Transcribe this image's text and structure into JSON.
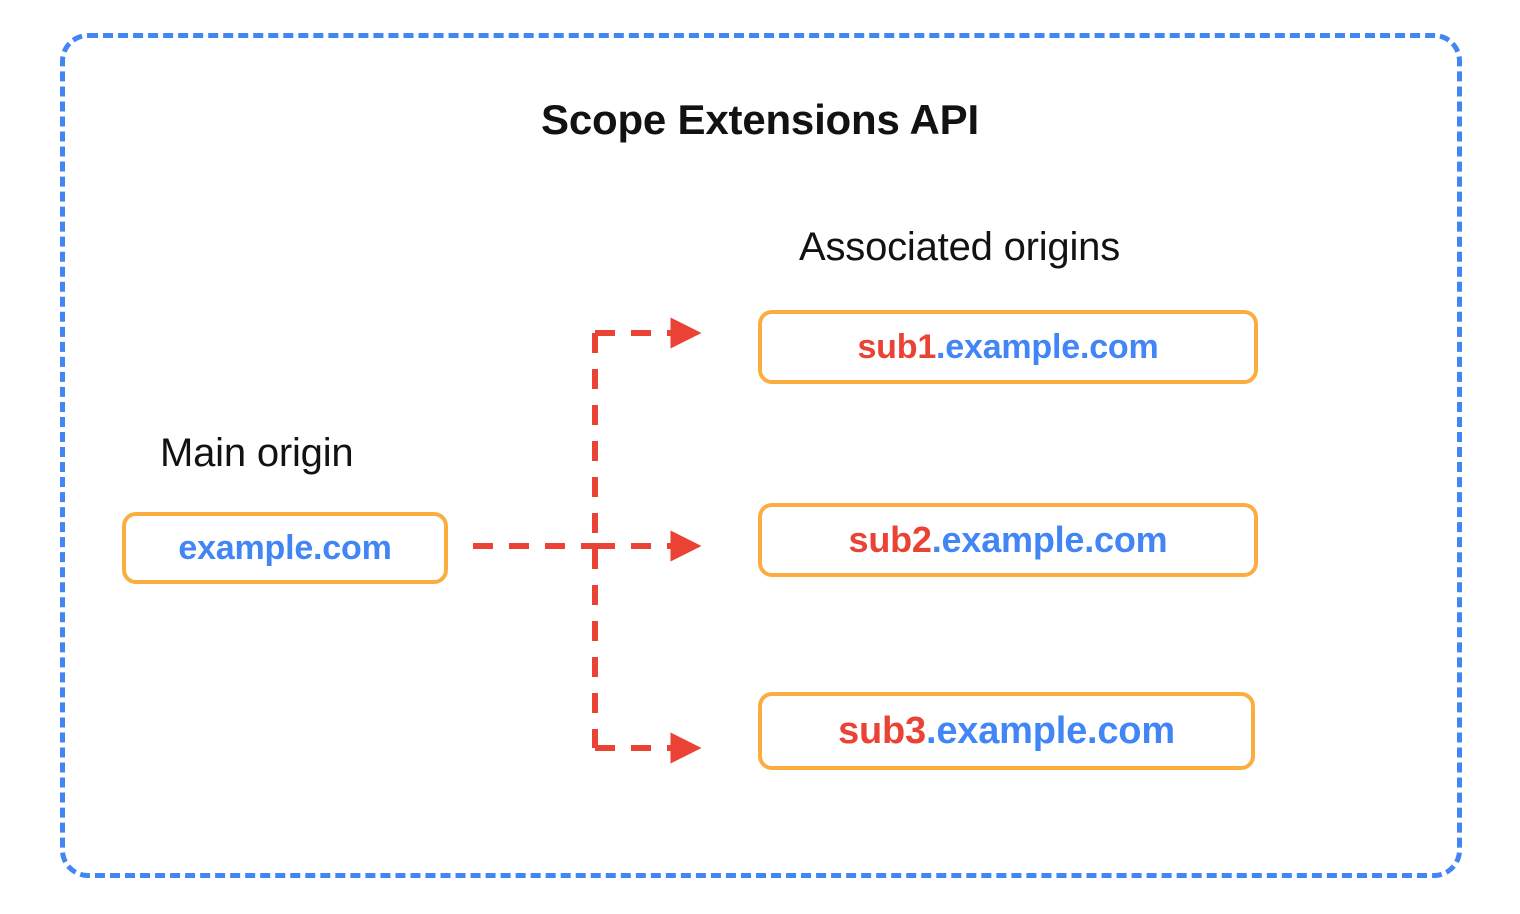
{
  "diagram": {
    "title": "Scope Extensions API",
    "frame": {
      "style": "dashed-rounded-rectangle",
      "color": "#4285F4"
    },
    "colors": {
      "frame_blue": "#4285F4",
      "domain_blue": "#4285F4",
      "subdomain_red": "#EA4335",
      "box_border_orange": "#FBAD40",
      "arrow_red": "#EA4335",
      "text_black": "#121212",
      "background": "#FFFFFF"
    },
    "main_origin": {
      "caption": "Main origin",
      "box": {
        "prefix": "",
        "domain": "example.com",
        "full": "example.com"
      }
    },
    "associated_origins": {
      "caption": "Associated origins",
      "boxes": [
        {
          "prefix": "sub1",
          "domain": ".example.com",
          "full": "sub1.example.com"
        },
        {
          "prefix": "sub2",
          "domain": ".example.com",
          "full": "sub2.example.com"
        },
        {
          "prefix": "sub3",
          "domain": ".example.com",
          "full": "sub3.example.com"
        }
      ]
    },
    "connectors": {
      "style": "dashed-arrow",
      "color": "#EA4335",
      "description": "One dashed line leaves the main origin, splits at a vertical trunk, and arrows point into each associated origin box.",
      "count": 3
    }
  }
}
